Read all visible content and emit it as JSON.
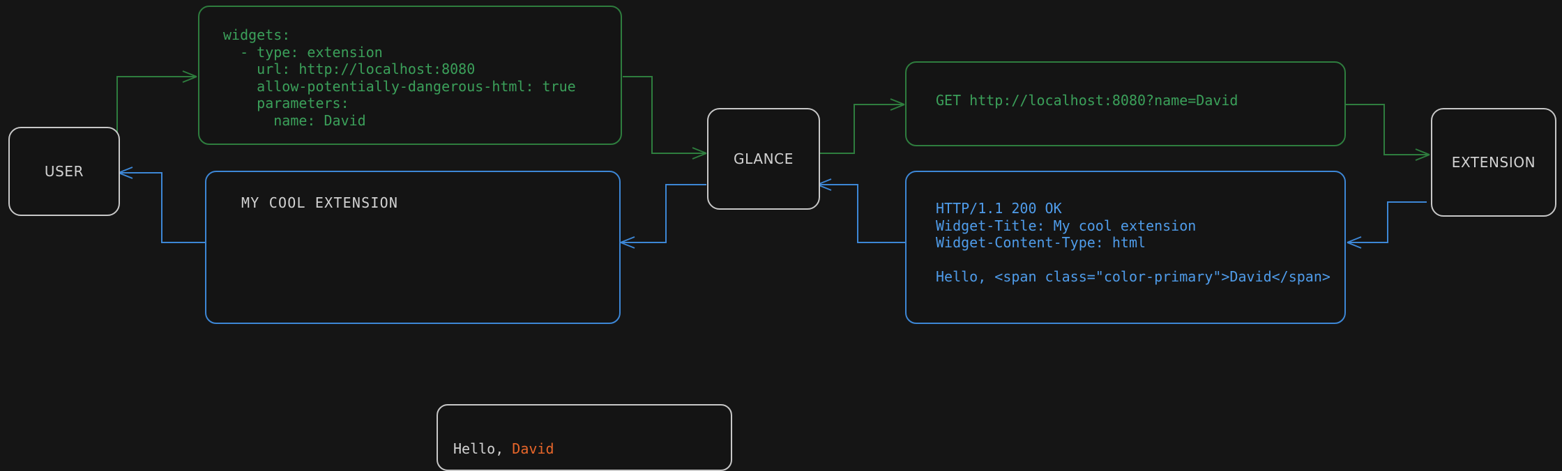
{
  "theme": {
    "background": "#151515",
    "green": "#2e7d3e",
    "green_text": "#3ba05a",
    "blue": "#3d87d6",
    "blue_text": "#4f9cea",
    "grey": "#c8c8c8",
    "accent": "#e8662a"
  },
  "nodes": {
    "user": "USER",
    "glance": "GLANCE",
    "extension": "EXTENSION"
  },
  "config_card": {
    "lines": [
      "widgets:",
      "  - type: extension",
      "    url: http://localhost:8080",
      "    allow-potentially-dangerous-html: true",
      "    parameters:",
      "      name: David"
    ]
  },
  "request_card": {
    "lines": [
      "GET http://localhost:8080?name=David"
    ]
  },
  "response_card": {
    "lines": [
      "HTTP/1.1 200 OK",
      "Widget-Title: My cool extension",
      "Widget-Content-Type: html",
      "",
      "Hello, <span class=\"color-primary\">David</span>"
    ]
  },
  "widget_card": {
    "title": "MY COOL EXTENSION",
    "greeting_prefix": "Hello, ",
    "greeting_name": "David"
  }
}
